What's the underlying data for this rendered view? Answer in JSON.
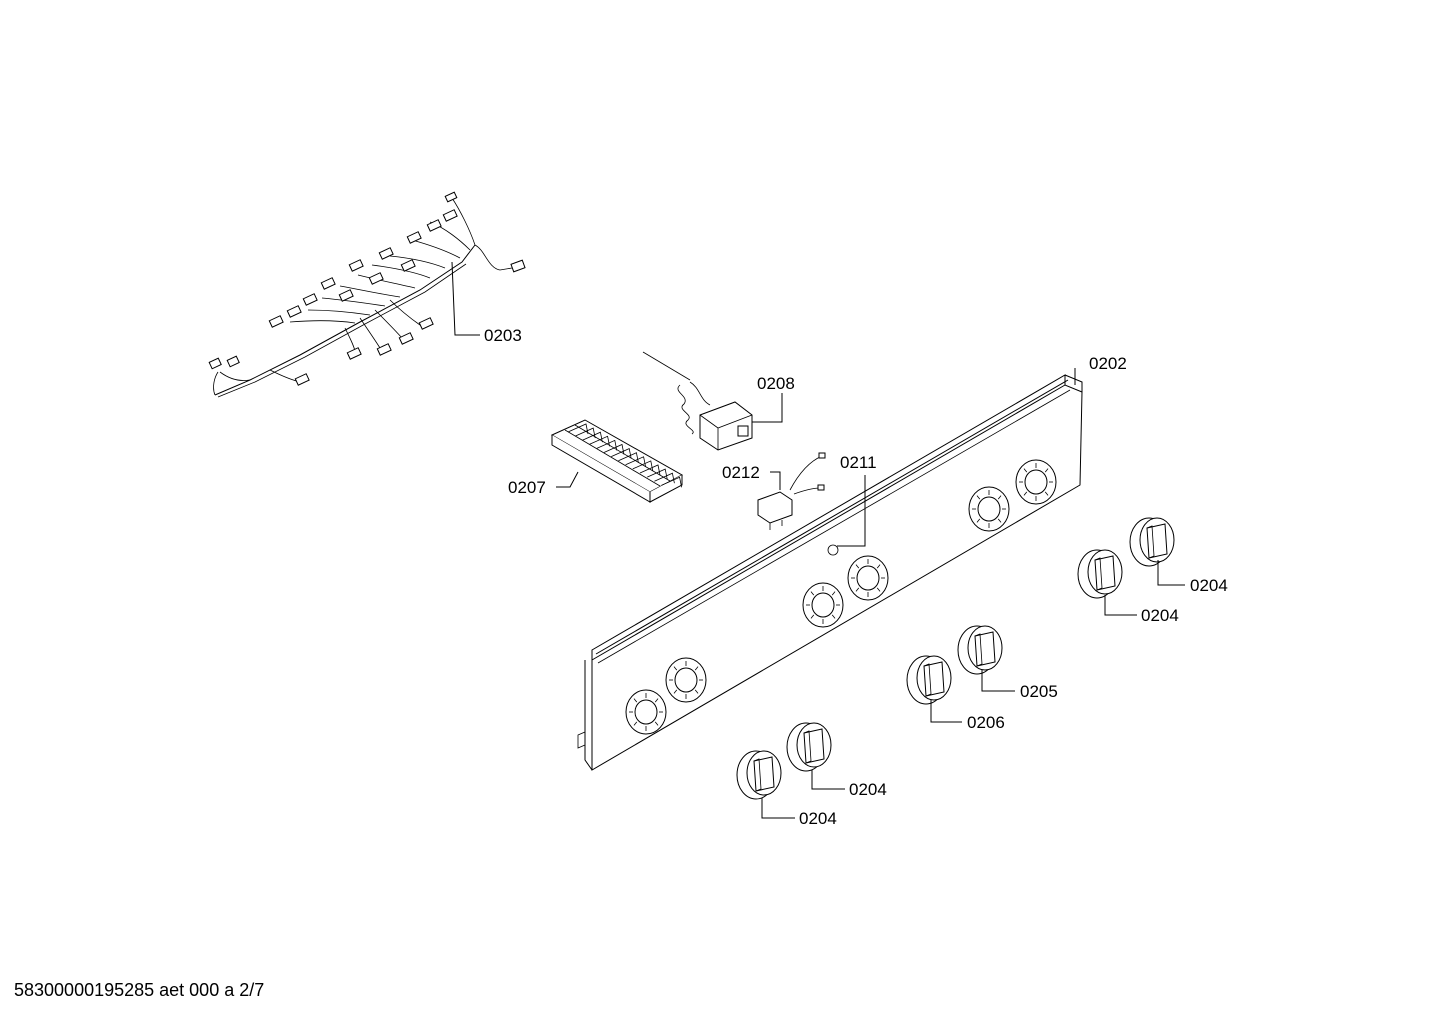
{
  "callouts": {
    "c0202": "0202",
    "c0203": "0203",
    "c0204a": "0204",
    "c0204b": "0204",
    "c0204c": "0204",
    "c0204d": "0204",
    "c0205": "0205",
    "c0206": "0206",
    "c0207": "0207",
    "c0208": "0208",
    "c0211": "0211",
    "c0212": "0212"
  },
  "footer": "58300000195285 aet 000 a 2/7"
}
